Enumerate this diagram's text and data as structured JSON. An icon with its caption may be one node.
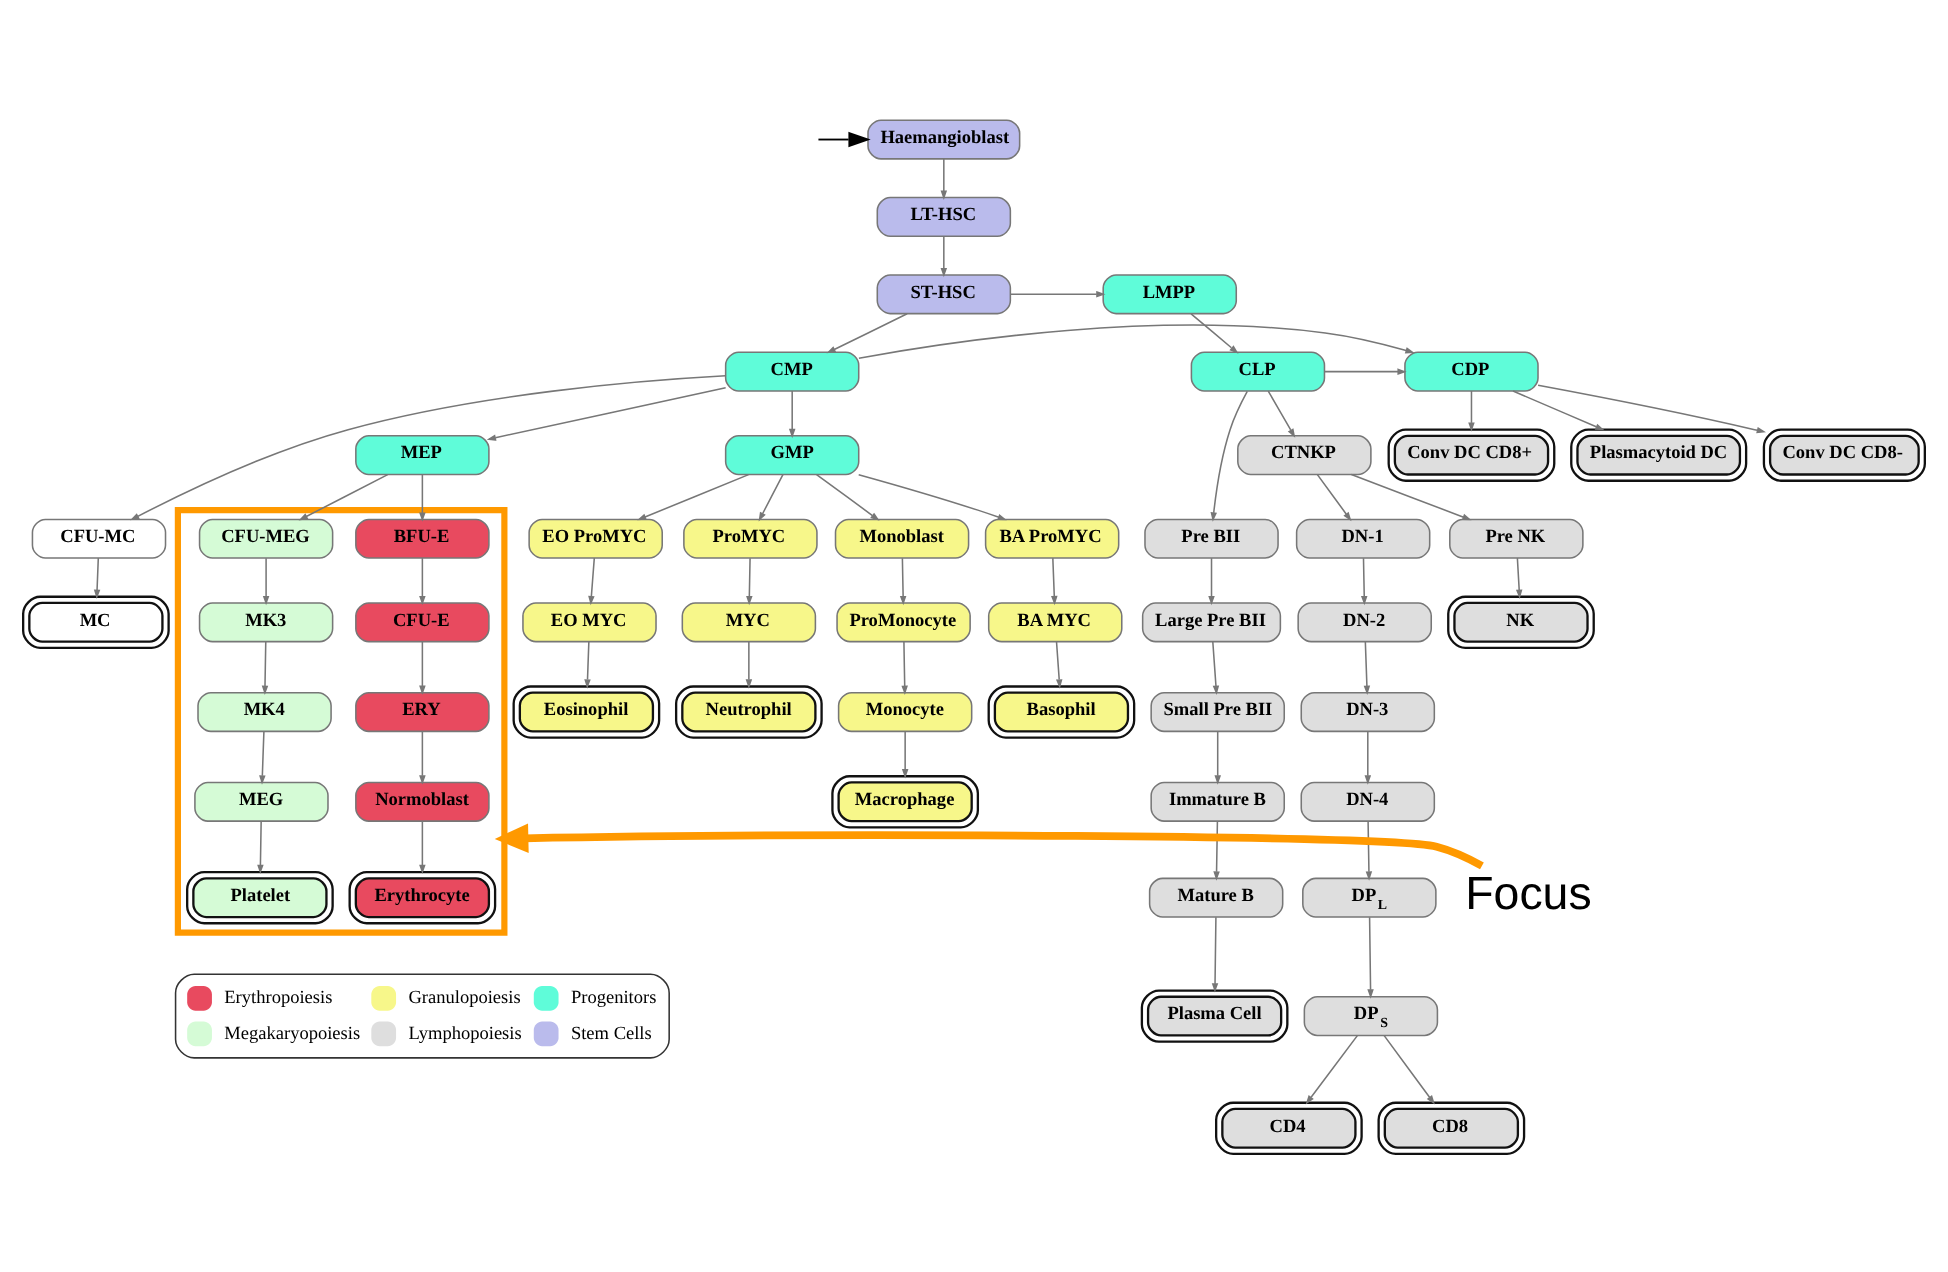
{
  "diagram": {
    "nodes": [
      {
        "text": [
          "Haemangioblast"
        ]
      },
      {
        "text": [
          "LT-HSC"
        ]
      },
      {
        "text": [
          "ST-HSC"
        ]
      },
      {
        "text": [
          "LMPP"
        ]
      },
      {
        "text": [
          "CMP"
        ]
      },
      {
        "text": [
          "CDP"
        ]
      },
      {
        "text": [
          "CLP"
        ]
      },
      {
        "text": [
          "Plasmacytoid DC"
        ]
      },
      {
        "text": [
          "Conv DC CD8-"
        ]
      },
      {
        "text": [
          "Conv DC CD8+"
        ]
      },
      {
        "text": [
          "MEP"
        ]
      },
      {
        "text": [
          "GMP"
        ]
      },
      {
        "text": [
          "CTNKP"
        ]
      },
      {
        "text": [],
        "shape": "box"
      },
      {
        "text": [
          "BFU-E"
        ],
        "in": 13
      },
      {
        "text": [
          "CFU-MEG"
        ],
        "in": 13
      },
      {
        "text": [
          "BA ProMYC"
        ]
      },
      {
        "text": [
          "EO ProMYC"
        ]
      },
      {
        "text": [
          "ProMYC"
        ]
      },
      {
        "text": [
          "Monoblast"
        ]
      },
      {
        "text": [
          "CFU-MC"
        ]
      },
      {
        "text": [
          "Pre NK"
        ]
      },
      {
        "text": [
          "DN-1"
        ]
      },
      {
        "text": [
          "Pre BII"
        ]
      },
      {
        "text": [
          "CFU-E"
        ],
        "in": 13
      },
      {
        "text": [
          "MK3"
        ],
        "in": 13
      },
      {
        "text": [
          "BA MYC"
        ]
      },
      {
        "text": [
          "EO MYC"
        ]
      },
      {
        "text": [
          "MYC"
        ]
      },
      {
        "text": [
          "ProMonocyte"
        ]
      },
      {
        "text": [
          "MC"
        ]
      },
      {
        "text": [
          "NK"
        ]
      },
      {
        "text": [
          "DN-2"
        ]
      },
      {
        "text": [
          "Large Pre BII"
        ]
      },
      {
        "text": [
          "ERY"
        ],
        "in": 13
      },
      {
        "text": [
          "MK4"
        ],
        "in": 13
      },
      {
        "text": [
          "Basophil"
        ]
      },
      {
        "text": [
          "Eosinophil"
        ]
      },
      {
        "text": [
          "Neutrophil"
        ]
      },
      {
        "text": [
          "Monocyte"
        ]
      },
      {
        "text": [
          "DN-3"
        ]
      },
      {
        "text": [
          "Small Pre BII"
        ]
      },
      {
        "text": [
          "Normoblast"
        ],
        "in": 13
      },
      {
        "text": [
          "MEG"
        ],
        "in": 13
      },
      {
        "text": [
          "Macrophage"
        ]
      },
      {
        "text": [
          "DN-4"
        ]
      },
      {
        "text": [
          "Immature B"
        ]
      },
      {
        "text": [
          "Erythrocyte"
        ],
        "in": 13
      },
      {
        "text": [
          "Platelet"
        ],
        "in": 13
      },
      {
        "text": [
          "Focus"
        ]
      },
      {
        "text": [
          "DP$_{L}$"
        ]
      },
      {
        "text": [
          "Mature B"
        ]
      },
      {
        "text": [
          "DP$_{S}$"
        ]
      },
      {
        "text": [
          "Plasma Cell"
        ]
      },
      {
        "text": [
          "CD4"
        ]
      },
      {
        "text": [
          "CD8"
        ]
      }
    ],
    "edges": [
      {
        "from": null,
        "to": 0,
        "arrow": "to",
        "color": "#000000"
      },
      {
        "from": 0,
        "to": 1,
        "arrow": "to"
      },
      {
        "from": 1,
        "to": 2,
        "arrow": "to"
      },
      {
        "from": 2,
        "to": 3,
        "arrow": "to"
      },
      {
        "from": 2,
        "to": 4,
        "arrow": "to"
      },
      {
        "from": 4,
        "to": 5,
        "arrow": "to"
      },
      {
        "from": 6,
        "to": 5,
        "arrow": "to"
      },
      {
        "from": 3,
        "to": 6,
        "arrow": "to"
      },
      {
        "from": 5,
        "to": 7,
        "arrow": "to"
      },
      {
        "from": 5,
        "to": 8,
        "arrow": "to"
      },
      {
        "from": 5,
        "to": 9,
        "arrow": "to"
      },
      {
        "from": 4,
        "to": 10,
        "arrow": "to"
      },
      {
        "from": 4,
        "to": 11,
        "arrow": "to"
      },
      {
        "from": 4,
        "to": 20,
        "arrow": "to"
      },
      {
        "from": 6,
        "to": 12,
        "arrow": "to"
      },
      {
        "from": 6,
        "to": 23,
        "arrow": "to"
      },
      {
        "from": 10,
        "to": 14,
        "arrow": "to"
      },
      {
        "from": 10,
        "to": 15,
        "arrow": "to"
      },
      {
        "from": 11,
        "to": 16,
        "arrow": "to"
      },
      {
        "from": 11,
        "to": 17,
        "arrow": "to"
      },
      {
        "from": 11,
        "to": 18,
        "arrow": "to"
      },
      {
        "from": 11,
        "to": 19,
        "arrow": "to"
      },
      {
        "from": 12,
        "to": 21,
        "arrow": "to"
      },
      {
        "from": 12,
        "to": 22,
        "arrow": "to"
      },
      {
        "from": 14,
        "to": 24,
        "arrow": "to"
      },
      {
        "from": 24,
        "to": 34,
        "arrow": "to"
      },
      {
        "from": 34,
        "to": 42,
        "arrow": "to"
      },
      {
        "from": 42,
        "to": 47,
        "arrow": "to"
      },
      {
        "from": 15,
        "to": 25,
        "arrow": "to"
      },
      {
        "from": 25,
        "to": 35,
        "arrow": "to"
      },
      {
        "from": 35,
        "to": 43,
        "arrow": "to"
      },
      {
        "from": 43,
        "to": 48,
        "arrow": "to"
      },
      {
        "from": 16,
        "to": 26,
        "arrow": "to"
      },
      {
        "from": 26,
        "to": 36,
        "arrow": "to"
      },
      {
        "from": 17,
        "to": 27,
        "arrow": "to"
      },
      {
        "from": 27,
        "to": 37,
        "arrow": "to"
      },
      {
        "from": 18,
        "to": 28,
        "arrow": "to"
      },
      {
        "from": 28,
        "to": 38,
        "arrow": "to"
      },
      {
        "from": 19,
        "to": 29,
        "arrow": "to"
      },
      {
        "from": 29,
        "to": 39,
        "arrow": "to"
      },
      {
        "from": 39,
        "to": 44,
        "arrow": "to"
      },
      {
        "from": 20,
        "to": 30,
        "arrow": "to"
      },
      {
        "from": 21,
        "to": 31,
        "arrow": "to"
      },
      {
        "from": 22,
        "to": 32,
        "arrow": "to"
      },
      {
        "from": 32,
        "to": 40,
        "arrow": "to"
      },
      {
        "from": 40,
        "to": 45,
        "arrow": "to"
      },
      {
        "from": 45,
        "to": 50,
        "arrow": "to"
      },
      {
        "from": 50,
        "to": 52,
        "arrow": "to"
      },
      {
        "from": 52,
        "to": 54,
        "arrow": "to"
      },
      {
        "from": 52,
        "to": 55,
        "arrow": "to"
      },
      {
        "from": 23,
        "to": 33,
        "arrow": "to"
      },
      {
        "from": 33,
        "to": 41,
        "arrow": "to"
      },
      {
        "from": 41,
        "to": 46,
        "arrow": "to"
      },
      {
        "from": 46,
        "to": 51,
        "arrow": "to"
      },
      {
        "from": 51,
        "to": 53,
        "arrow": "to"
      },
      {
        "from": 49,
        "to": 13,
        "arrow": "to",
        "style": "thick",
        "color": "#ff9900"
      }
    ],
    "legend": [
      {
        "text": "Erythropoiesis",
        "color": "#e84a5f"
      },
      {
        "text": "Granulopoiesis",
        "color": "#f7f78a"
      },
      {
        "text": "Progenitors",
        "color": "#5ffcd9"
      },
      {
        "text": "Megakaryopoiesis",
        "color": "#d5fbd6"
      },
      {
        "text": "Lymphopoiesis",
        "color": "#dedede"
      },
      {
        "text": "Stem Cells",
        "color": "#babbec"
      }
    ]
  }
}
